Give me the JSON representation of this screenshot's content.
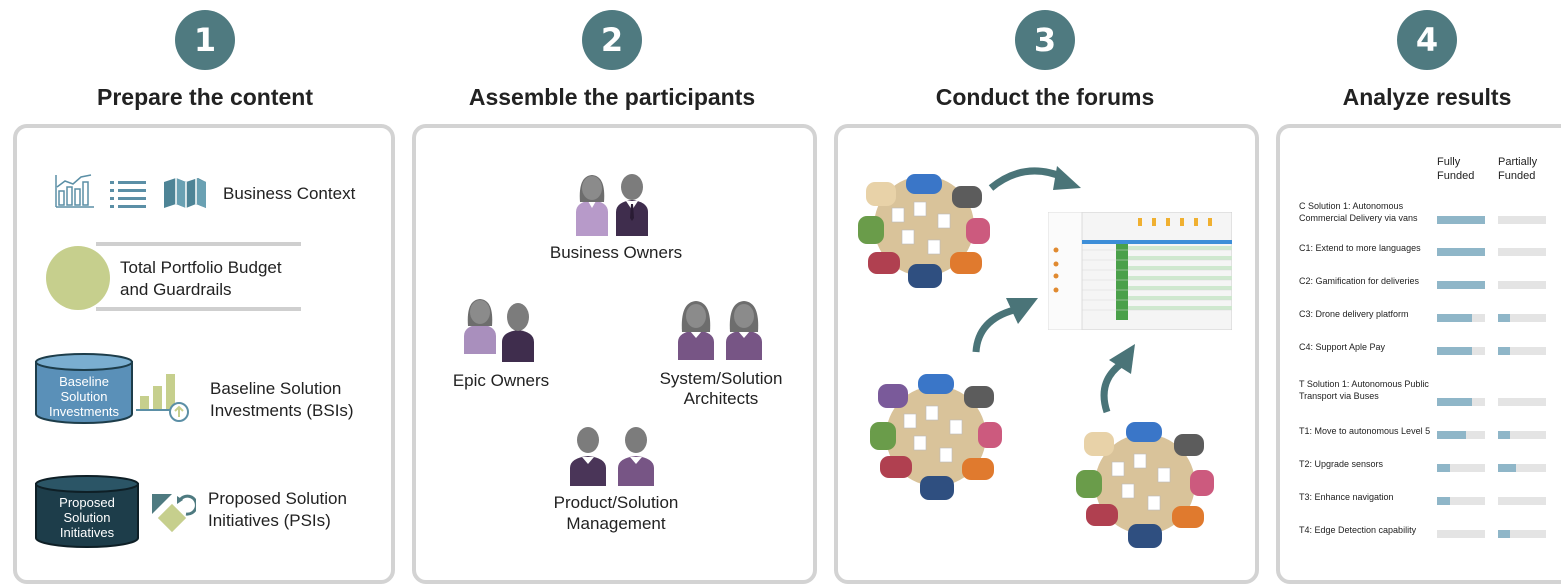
{
  "steps": [
    {
      "number": "1",
      "title": "Prepare the content"
    },
    {
      "number": "2",
      "title": "Assemble the participants"
    },
    {
      "number": "3",
      "title": "Conduct the forums"
    },
    {
      "number": "4",
      "title": "Analyze results"
    }
  ],
  "panel1": {
    "business_context": "Business Context",
    "budget_line1": "Total Portfolio Budget",
    "budget_line2": "and Guardrails",
    "bsi_cylinder": [
      "Baseline",
      "Solution",
      "Investments"
    ],
    "bsi_line1": "Baseline Solution",
    "bsi_line2": "Investments (BSIs)",
    "psi_cylinder": [
      "Proposed",
      "Solution",
      "Initiatives"
    ],
    "psi_line1": "Proposed Solution",
    "psi_line2": "Initiatives (PSIs)"
  },
  "panel2": {
    "business_owners": "Business Owners",
    "epic_owners": "Epic Owners",
    "architects_line1": "System/Solution",
    "architects_line2": "Architects",
    "product_line1": "Product/Solution",
    "product_line2": "Management"
  },
  "panel4": {
    "col_fully": [
      "Fully",
      "Funded"
    ],
    "col_partially": [
      "Partially",
      "Funded"
    ],
    "rows": [
      {
        "label": [
          "C Solution 1: Autonomous",
          "Commercial Delivery via vans"
        ],
        "fully": 1.0,
        "partially": 0.0
      },
      {
        "label": [
          "C1: Extend to more languages"
        ],
        "fully": 1.0,
        "partially": 0.0
      },
      {
        "label": [
          "C2: Gamification for deliveries"
        ],
        "fully": 1.0,
        "partially": 0.0
      },
      {
        "label": [
          "C3: Drone delivery platform"
        ],
        "fully": 0.72,
        "partially": 0.25
      },
      {
        "label": [
          "C4: Support Aple Pay"
        ],
        "fully": 0.72,
        "partially": 0.25
      },
      {
        "label": [
          "T Solution 1: Autonomous Public",
          "Transport via Buses"
        ],
        "fully": 0.72,
        "partially": 0.0
      },
      {
        "label": [
          "T1: Move to autonomous Level 5"
        ],
        "fully": 0.6,
        "partially": 0.25
      },
      {
        "label": [
          "T2: Upgrade sensors"
        ],
        "fully": 0.28,
        "partially": 0.38
      },
      {
        "label": [
          "T3: Enhance navigation"
        ],
        "fully": 0.28,
        "partially": 0.0
      },
      {
        "label": [
          "T4: Edge Detection capability"
        ],
        "fully": 0.0,
        "partially": 0.25
      }
    ]
  },
  "colors": {
    "step_circle": "#4f7a80",
    "panel_border": "#d3d3d3",
    "budget_circle": "#c6cf8d",
    "bsi_cylinder": "#5a90b8",
    "psi_cylinder": "#1d3d4a",
    "bar_fill": "#8fb6c8",
    "bar_track": "#e4e4e4",
    "arrow": "#4a7478"
  },
  "icons": [
    "bar-chart-icon",
    "list-icon",
    "map-icon",
    "growth-bars-icon",
    "shapes-cycle-icon",
    "people-pair-icon",
    "round-table-icon",
    "spreadsheet-icon",
    "curved-arrow-icon"
  ]
}
